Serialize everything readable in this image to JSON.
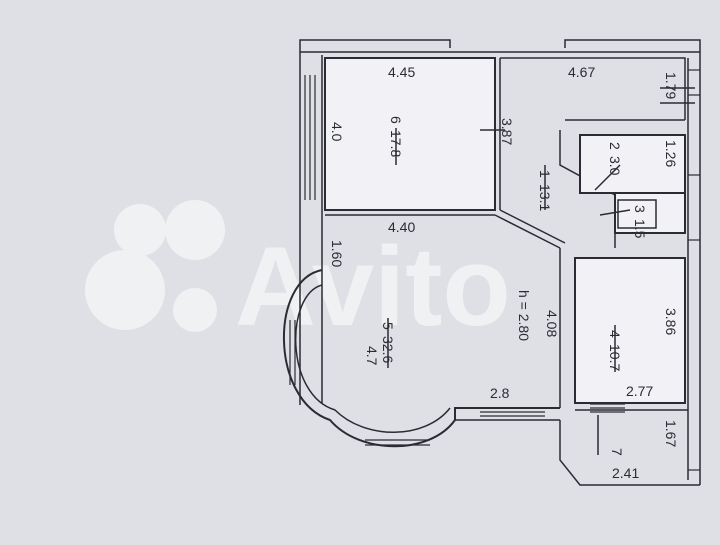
{
  "watermark": "Avito",
  "ceiling_height": "h = 2.80",
  "rooms": {
    "r1": {
      "num": "1",
      "area": "13.1"
    },
    "r2": {
      "num": "2",
      "area": "3.0"
    },
    "r3": {
      "num": "3",
      "area": "1.5"
    },
    "r4": {
      "num": "4",
      "area": "10.7"
    },
    "r5": {
      "num": "5",
      "area": "32.6",
      "extra": "4.7"
    },
    "r6": {
      "num": "6",
      "area": "17.8"
    },
    "r7": {
      "num": "7"
    }
  },
  "dims": {
    "d_445": "4.45",
    "d_467": "4.67",
    "d_179": "1.79",
    "d_40": "4.0",
    "d_387": "3.87",
    "d_126": "1.26",
    "d_440": "4.40",
    "d_160": "1.60",
    "d_408": "4.08",
    "d_386": "3.86",
    "d_28": "2.8",
    "d_277": "2.77",
    "d_167": "1.67",
    "d_241": "2.41"
  },
  "colors": {
    "background": "#dfe0e6",
    "ink": "#2b2c33",
    "paper": "#f2f2f6",
    "watermark": "#ffffff"
  }
}
